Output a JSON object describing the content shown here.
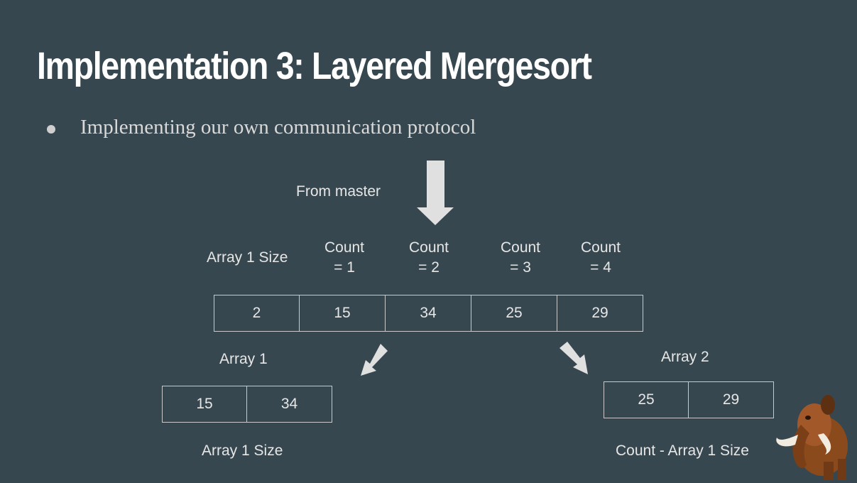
{
  "slide": {
    "title": "Implementation 3: Layered Mergesort",
    "bullet": "Implementing our own communication protocol"
  },
  "diagram": {
    "from_master_label": "From master",
    "header_labels": {
      "array1_size": "Array 1 Size",
      "count1_line1": "Count",
      "count1_line2": "= 1",
      "count2_line1": "Count",
      "count2_line2": "= 2",
      "count3_line1": "Count",
      "count3_line2": "= 3",
      "count4_line1": "Count",
      "count4_line2": "= 4"
    },
    "main_array": [
      "2",
      "15",
      "34",
      "25",
      "29"
    ],
    "array1": {
      "label": "Array 1",
      "values": [
        "15",
        "34"
      ],
      "size_label": "Array 1 Size"
    },
    "array2": {
      "label": "Array 2",
      "values": [
        "25",
        "29"
      ],
      "size_label": "Count - Array 1 Size"
    }
  },
  "colors": {
    "background": "#37474f",
    "arrow": "#e0e0e0",
    "cell_border": "#c9c9c9",
    "text": "#e6e6e6"
  },
  "icons": [
    "down-arrow-icon",
    "down-left-arrow-icon",
    "down-right-arrow-icon",
    "mammoth-icon"
  ]
}
